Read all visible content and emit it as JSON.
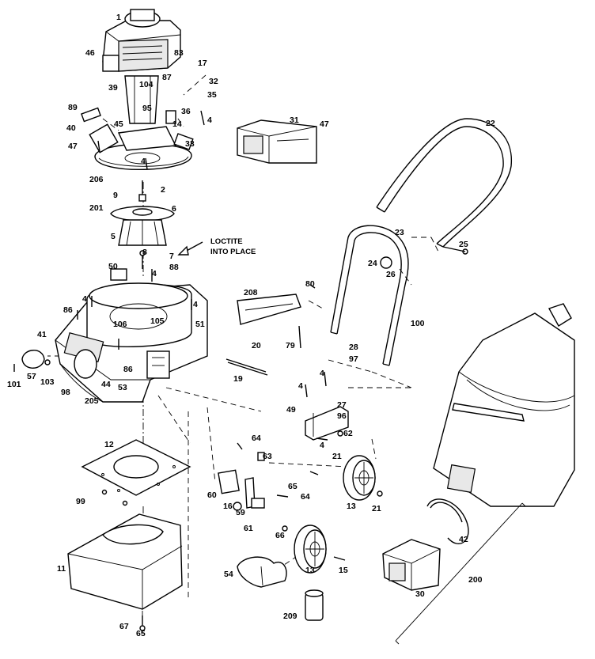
{
  "note": {
    "line1": "LOCTITE",
    "line2": "INTO PLACE"
  },
  "labels": [
    {
      "id": "1",
      "text": "1"
    },
    {
      "id": "46",
      "text": "46"
    },
    {
      "id": "83",
      "text": "83"
    },
    {
      "id": "87",
      "text": "87"
    },
    {
      "id": "17",
      "text": "17"
    },
    {
      "id": "32",
      "text": "32"
    },
    {
      "id": "35",
      "text": "35"
    },
    {
      "id": "39",
      "text": "39"
    },
    {
      "id": "104",
      "text": "104"
    },
    {
      "id": "89",
      "text": "89"
    },
    {
      "id": "95",
      "text": "95"
    },
    {
      "id": "36",
      "text": "36"
    },
    {
      "id": "4a",
      "text": "4"
    },
    {
      "id": "14",
      "text": "14"
    },
    {
      "id": "40",
      "text": "40"
    },
    {
      "id": "45",
      "text": "45"
    },
    {
      "id": "33",
      "text": "33"
    },
    {
      "id": "47a",
      "text": "47"
    },
    {
      "id": "4b",
      "text": "4"
    },
    {
      "id": "206",
      "text": "206"
    },
    {
      "id": "2",
      "text": "2"
    },
    {
      "id": "9",
      "text": "9"
    },
    {
      "id": "201",
      "text": "201"
    },
    {
      "id": "6",
      "text": "6"
    },
    {
      "id": "5",
      "text": "5"
    },
    {
      "id": "8",
      "text": "8"
    },
    {
      "id": "7",
      "text": "7"
    },
    {
      "id": "88",
      "text": "88"
    },
    {
      "id": "50",
      "text": "50"
    },
    {
      "id": "4c",
      "text": "4"
    },
    {
      "id": "86a",
      "text": "86"
    },
    {
      "id": "4d",
      "text": "4"
    },
    {
      "id": "4e",
      "text": "4"
    },
    {
      "id": "106",
      "text": "106"
    },
    {
      "id": "105",
      "text": "105"
    },
    {
      "id": "51",
      "text": "51"
    },
    {
      "id": "41",
      "text": "41"
    },
    {
      "id": "86b",
      "text": "86"
    },
    {
      "id": "57",
      "text": "57"
    },
    {
      "id": "101",
      "text": "101"
    },
    {
      "id": "103",
      "text": "103"
    },
    {
      "id": "44",
      "text": "44"
    },
    {
      "id": "53",
      "text": "53"
    },
    {
      "id": "98",
      "text": "98"
    },
    {
      "id": "205",
      "text": "205"
    },
    {
      "id": "31",
      "text": "31"
    },
    {
      "id": "47b",
      "text": "47"
    },
    {
      "id": "22",
      "text": "22"
    },
    {
      "id": "23",
      "text": "23"
    },
    {
      "id": "25",
      "text": "25"
    },
    {
      "id": "24",
      "text": "24"
    },
    {
      "id": "26",
      "text": "26"
    },
    {
      "id": "208",
      "text": "208"
    },
    {
      "id": "80",
      "text": "80"
    },
    {
      "id": "100",
      "text": "100"
    },
    {
      "id": "79",
      "text": "79"
    },
    {
      "id": "20a",
      "text": "20"
    },
    {
      "id": "19",
      "text": "19"
    },
    {
      "id": "28",
      "text": "28"
    },
    {
      "id": "97",
      "text": "97"
    },
    {
      "id": "4f",
      "text": "4"
    },
    {
      "id": "4g",
      "text": "4"
    },
    {
      "id": "27",
      "text": "27"
    },
    {
      "id": "49",
      "text": "49"
    },
    {
      "id": "96",
      "text": "96"
    },
    {
      "id": "62",
      "text": "62"
    },
    {
      "id": "4h",
      "text": "4"
    },
    {
      "id": "12",
      "text": "12"
    },
    {
      "id": "64a",
      "text": "64"
    },
    {
      "id": "63",
      "text": "63"
    },
    {
      "id": "21a",
      "text": "21"
    },
    {
      "id": "60",
      "text": "60"
    },
    {
      "id": "65a",
      "text": "65"
    },
    {
      "id": "64b",
      "text": "64"
    },
    {
      "id": "13a",
      "text": "13"
    },
    {
      "id": "21b",
      "text": "21"
    },
    {
      "id": "99",
      "text": "99"
    },
    {
      "id": "16",
      "text": "16"
    },
    {
      "id": "59",
      "text": "59"
    },
    {
      "id": "61",
      "text": "61"
    },
    {
      "id": "66",
      "text": "66"
    },
    {
      "id": "42",
      "text": "42"
    },
    {
      "id": "11",
      "text": "11"
    },
    {
      "id": "54",
      "text": "54"
    },
    {
      "id": "13b",
      "text": "13"
    },
    {
      "id": "15",
      "text": "15"
    },
    {
      "id": "200",
      "text": "200"
    },
    {
      "id": "30",
      "text": "30"
    },
    {
      "id": "209",
      "text": "209"
    },
    {
      "id": "67",
      "text": "67"
    },
    {
      "id": "65b",
      "text": "65"
    }
  ]
}
